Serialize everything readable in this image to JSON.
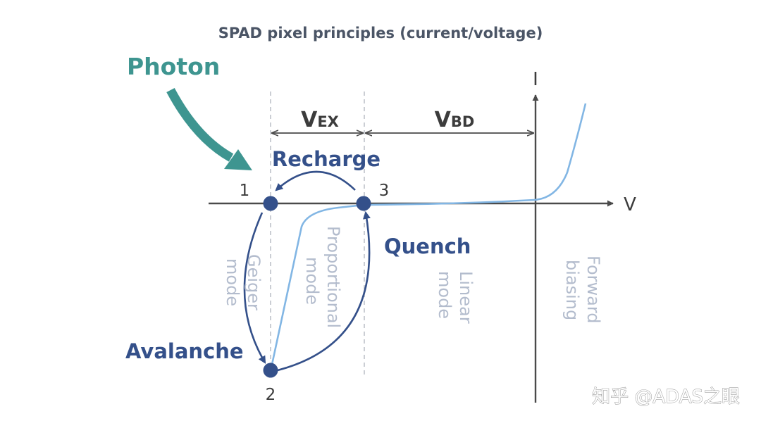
{
  "title": "SPAD pixel principles (current/voltage)",
  "photon_label": "Photon",
  "axis": {
    "current_label": "I",
    "voltage_label": "V"
  },
  "spans": {
    "vex_main": "V",
    "vex_sub": "EX",
    "vbd_main": "V",
    "vbd_sub": "BD"
  },
  "points": {
    "p1": "1",
    "p2": "2",
    "p3": "3"
  },
  "transitions": {
    "recharge": "Recharge",
    "quench": "Quench",
    "avalanche": "Avalanche"
  },
  "regions": {
    "geiger": [
      "Geiger",
      "mode"
    ],
    "proportional": [
      "Proportional",
      "mode"
    ],
    "linear": [
      "Linear",
      "mode"
    ],
    "forward": [
      "Forward",
      "biasing"
    ]
  },
  "watermark": "知乎 @ADAS之眼",
  "colors": {
    "navy": "#34508a",
    "teal": "#3e9590",
    "curve": "#82b6e4",
    "axis": "#4a4a4a",
    "mode_text": "#b3bccd",
    "title": "#4b5566"
  }
}
